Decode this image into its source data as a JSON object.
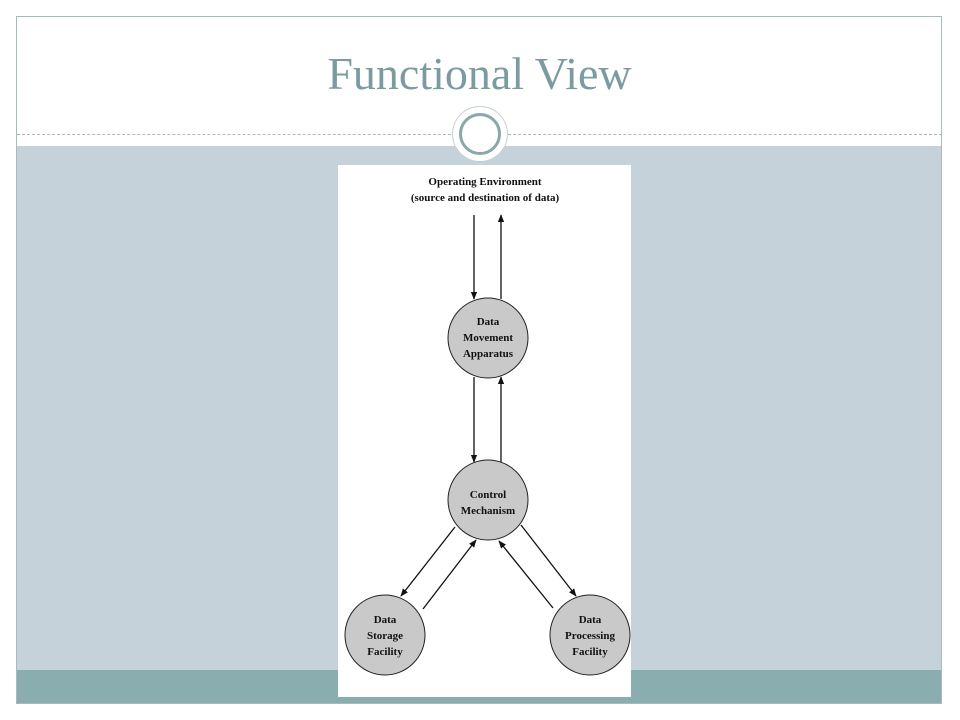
{
  "slide": {
    "title": "Functional View"
  },
  "colors": {
    "title": "#7b9ba0",
    "panel": "#c6d2d9",
    "footer": "#8aadb0",
    "frame": "#a7bbbf",
    "ornament": "#8aa7ab",
    "node_fill": "#c9c9c9"
  },
  "diagram": {
    "header": [
      "Operating Environment",
      "(source and destination of data)"
    ],
    "nodes": {
      "data_movement": [
        "Data",
        "Movement",
        "Apparatus"
      ],
      "control": [
        "Control",
        "Mechanism"
      ],
      "storage": [
        "Data",
        "Storage",
        "Facility"
      ],
      "processing": [
        "Data",
        "Processing",
        "Facility"
      ]
    }
  }
}
